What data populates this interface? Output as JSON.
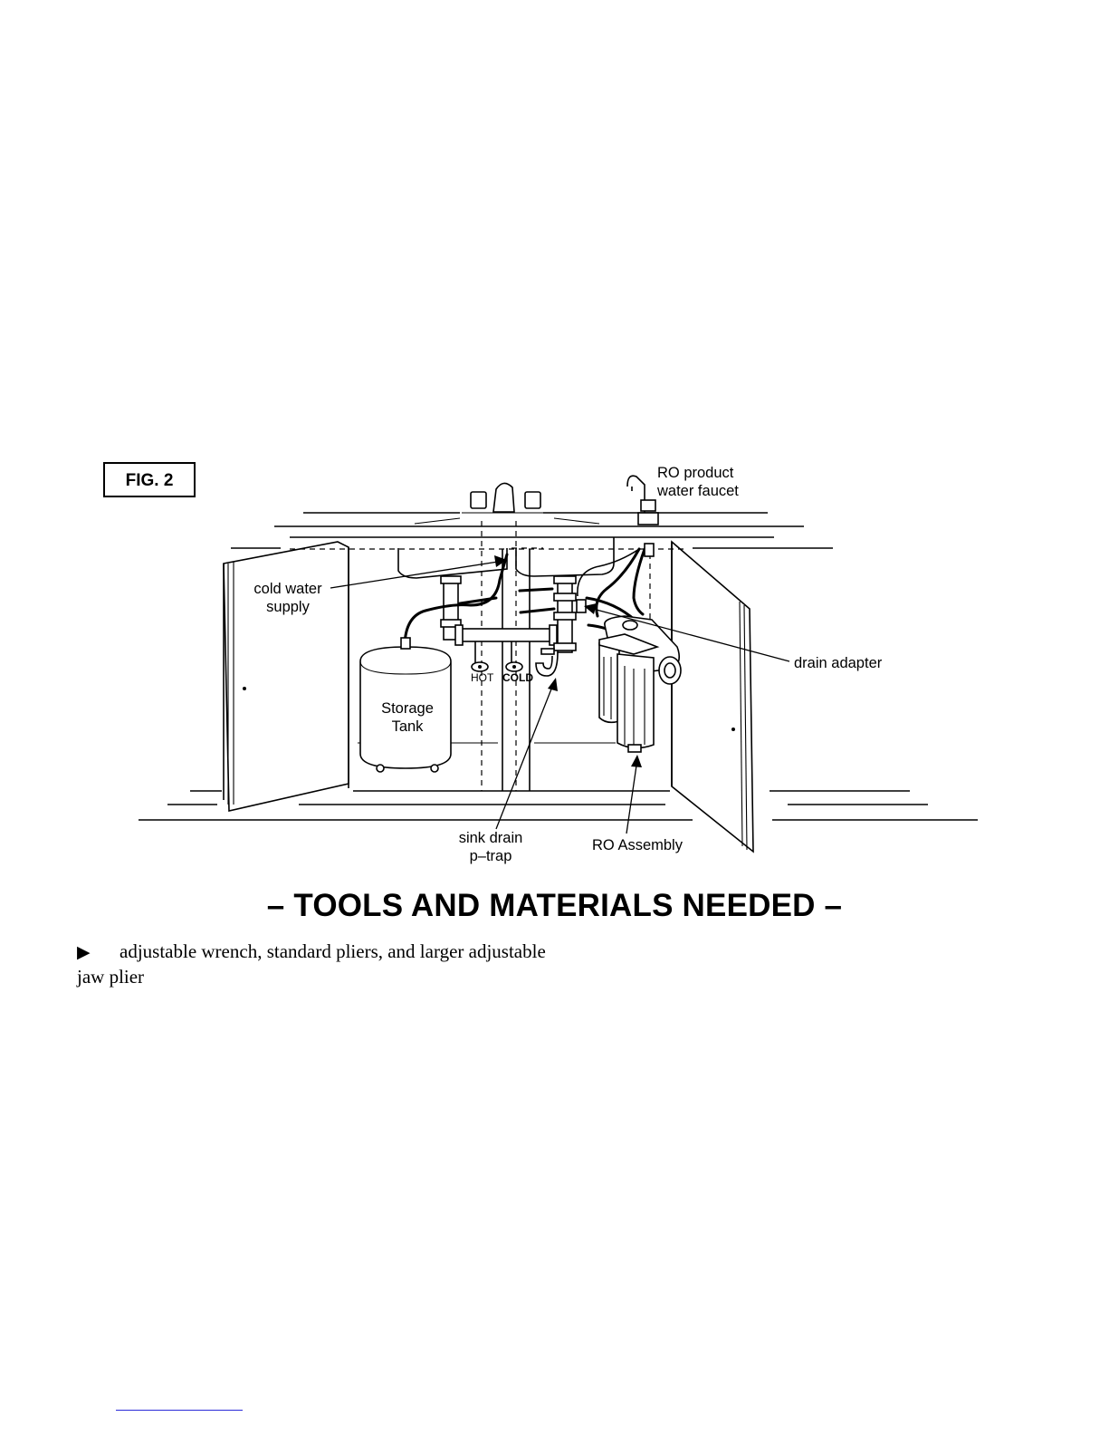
{
  "figure": {
    "fig_label": "FIG. 2",
    "labels": {
      "ro_faucet_line1": "RO product",
      "ro_faucet_line2": "water faucet",
      "cold_supply_line1": "cold water",
      "cold_supply_line2": "supply",
      "drain_adapter": "drain adapter",
      "storage_line1": "Storage",
      "storage_line2": "Tank",
      "hot": "HOT",
      "cold": "COLD",
      "sink_drain_line1": "sink drain",
      "sink_drain_line2": "p–trap",
      "ro_assembly": "RO Assembly"
    }
  },
  "section": {
    "heading": "– TOOLS AND MATERIALS NEEDED –",
    "bullet_glyph": "▶",
    "bullet_text": "adjustable wrench, standard pliers, and larger adjustable jaw plier"
  },
  "colors": {
    "ink": "#000000",
    "footer_link": "#2a2ad8"
  }
}
